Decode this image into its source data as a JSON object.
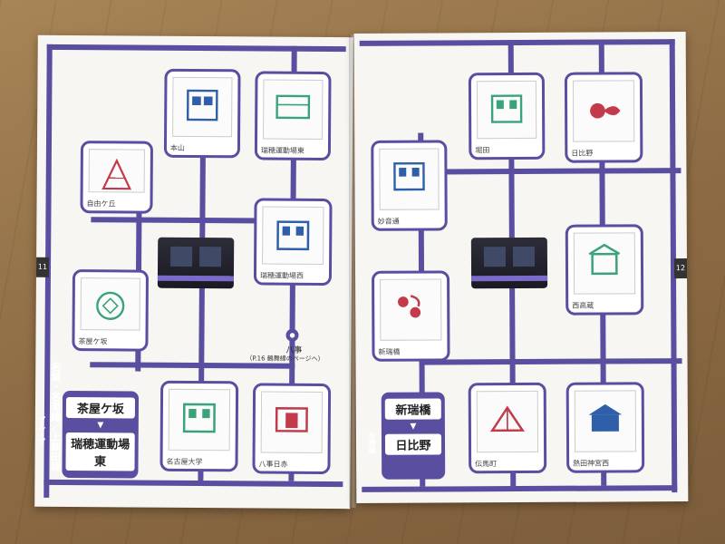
{
  "left_page": {
    "page_number": "11",
    "group_title": "名城・名港線／上飯田線",
    "group_subtitle": "グループ",
    "route_from": "茶屋ケ坂",
    "route_to": "瑞穂運動場東",
    "stamps": [
      {
        "caption": "本山",
        "color": "#2f5fa8"
      },
      {
        "caption": "瑞穂運動場東",
        "color": "#3aa37a"
      },
      {
        "caption": "自由ケ丘",
        "color": "#c33a4a"
      },
      {
        "caption": "瑞穂運動場西",
        "color": "#2f5fa8"
      },
      {
        "caption": "茶屋ケ坂",
        "color": "#3aa37a"
      },
      {
        "caption": "名古屋大学",
        "color": "#3aa37a"
      },
      {
        "caption": "八事日赤",
        "color": "#c33a4a"
      }
    ],
    "yagoto_label": "八事",
    "yagoto_note": "（P.16 鶴舞線のページへ）"
  },
  "right_page": {
    "page_number": "12",
    "route_from": "新瑞橋",
    "route_to": "日比野",
    "route_side": "名港線",
    "stamps": [
      {
        "caption": "堀田",
        "color": "#3aa37a"
      },
      {
        "caption": "日比野",
        "color": "#c33a4a"
      },
      {
        "caption": "妙音通",
        "color": "#2f5fa8"
      },
      {
        "caption": "西高蔵",
        "color": "#3aa37a"
      },
      {
        "caption": "新瑞橋",
        "color": "#c33a4a"
      },
      {
        "caption": "伝馬町",
        "color": "#c33a4a"
      },
      {
        "caption": "熱田神宮西",
        "color": "#2f5fa8"
      }
    ]
  },
  "colors": {
    "line": "#5a4ea0",
    "paper": "#f7f6f2",
    "floor": "#9a7a52"
  }
}
